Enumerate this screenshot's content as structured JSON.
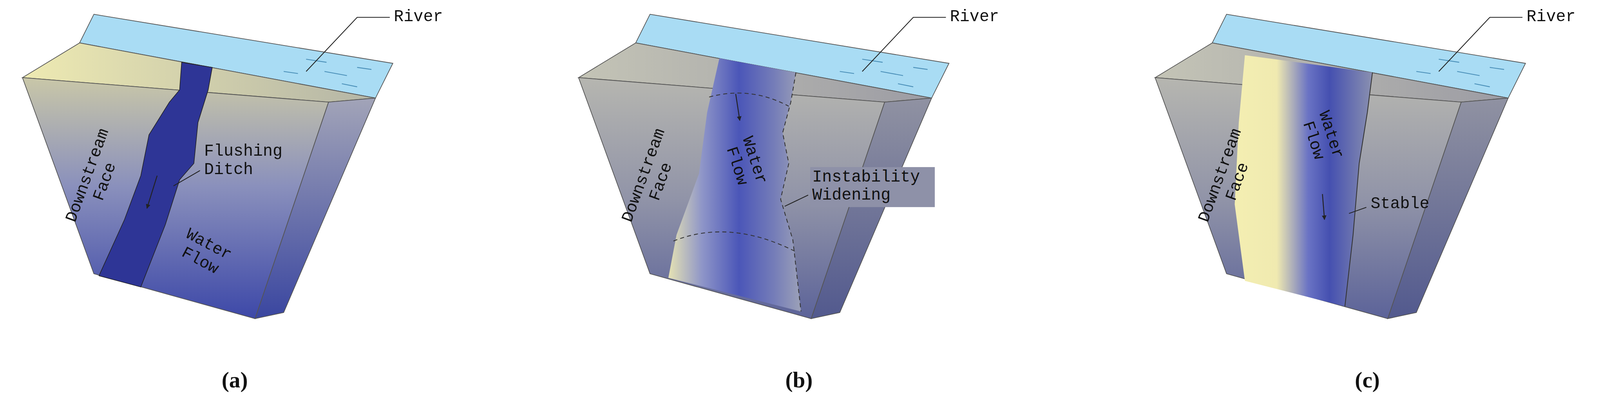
{
  "diagram": {
    "labels": [
      "River",
      "Downstream Face",
      "Flushing Ditch",
      "Water Flow",
      "(a)",
      "River",
      "Downstream Face",
      "Water Flow",
      "Instability Widening",
      "(b)",
      "River",
      "Downstream Face",
      "Water Flow",
      "Stable",
      "(c)"
    ]
  }
}
